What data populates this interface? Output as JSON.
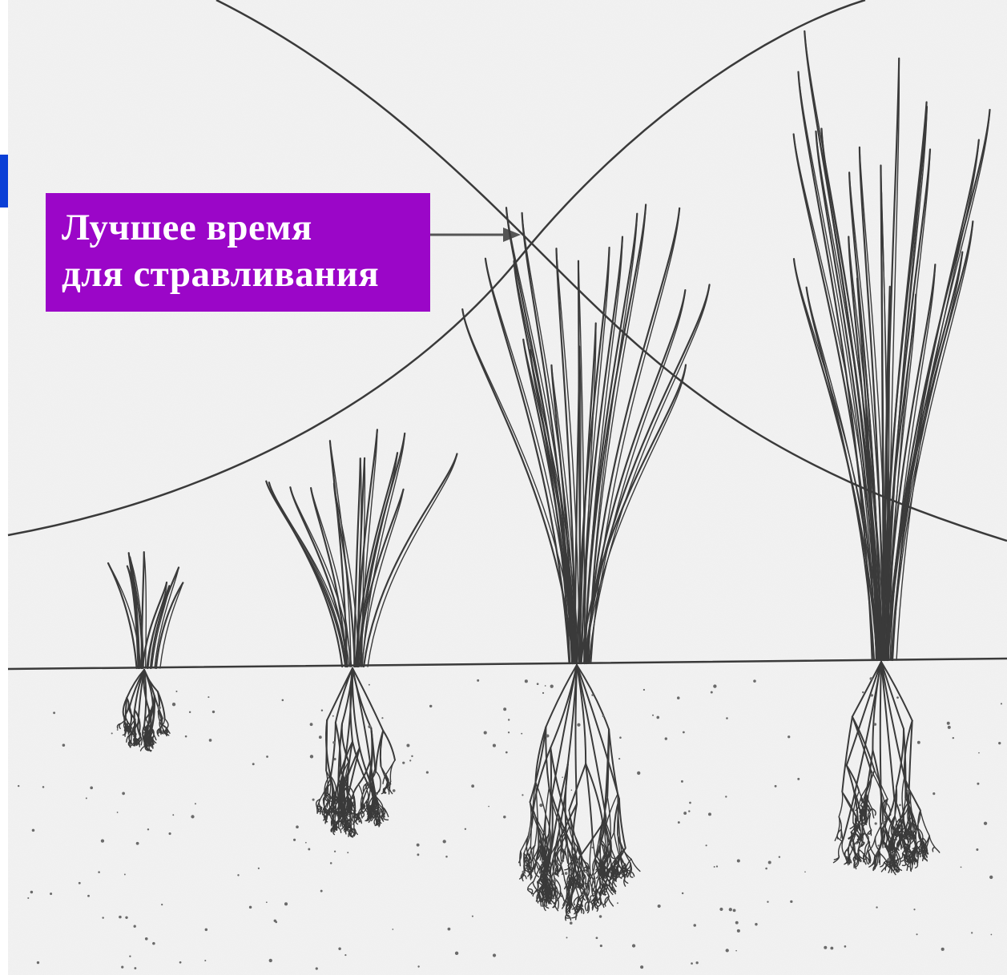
{
  "callout": {
    "line1": "Лучшее время",
    "line2": "для стравливания"
  },
  "colors": {
    "callout_bg": "#9b06c8",
    "callout_text": "#ffffff",
    "side_marker": "#0a3fd6",
    "paper": "#f2f2f2",
    "ink": "#3a3a3a"
  },
  "plants": [
    {
      "stage": 1,
      "height": "short",
      "roots": "shallow"
    },
    {
      "stage": 2,
      "height": "medium",
      "roots": "medium"
    },
    {
      "stage": 3,
      "height": "tall",
      "roots": "deep"
    },
    {
      "stage": 4,
      "height": "tallest",
      "roots": "deep"
    }
  ]
}
